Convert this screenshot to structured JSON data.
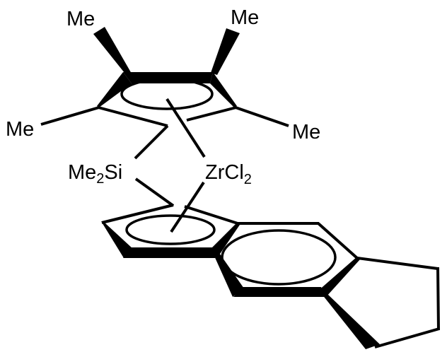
{
  "title": "ansa-Zirconocene dichloride structure",
  "colors": {
    "background": "#ffffff",
    "ink": "#000000"
  },
  "labels": {
    "me_top_left": "Me",
    "me_top_right": "Me",
    "me_left": "Me",
    "me_right": "Me",
    "si_bridge_prefix": "Me",
    "si_bridge_sub": "2",
    "si_bridge_atom": "Si",
    "metal_atom": "ZrCl",
    "metal_sub": "2"
  },
  "structure": {
    "upper_ligand": "tetramethylcyclopentadienyl",
    "bridge": "Me2Si",
    "metal_center": "ZrCl2",
    "lower_ligand": "cyclopenta-fused indenyl (s-indacenyl)"
  }
}
